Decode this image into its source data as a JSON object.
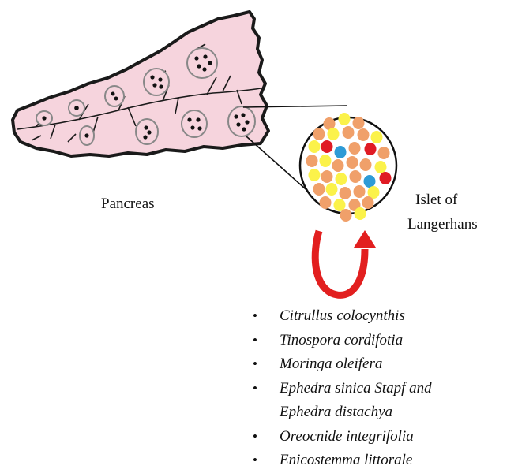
{
  "labels": {
    "pancreas": "Pancreas",
    "islet_line1": "Islet of",
    "islet_line2": "Langerhans"
  },
  "plants": [
    {
      "text": "Citrullus colocynthis",
      "bullet": true
    },
    {
      "text": "Tinospora cordifotia",
      "bullet": true
    },
    {
      "text": "Moringa oleifera",
      "bullet": true
    },
    {
      "text": "Ephedra sinica Stapf and",
      "bullet": true
    },
    {
      "text": "Ephedra distachya",
      "bullet": false
    },
    {
      "text": "Oreocnide integrifolia",
      "bullet": true
    },
    {
      "text": "Enicostemma littorale",
      "bullet": true
    }
  ],
  "colors": {
    "pancreas_fill": "#f6d4dd",
    "outline": "#1a1a1a",
    "arrow": "#e21f1f",
    "cell_orange": "#f0a06a",
    "cell_yellow": "#fbf24a",
    "cell_red": "#e01b24",
    "cell_blue": "#2e9bd6"
  }
}
